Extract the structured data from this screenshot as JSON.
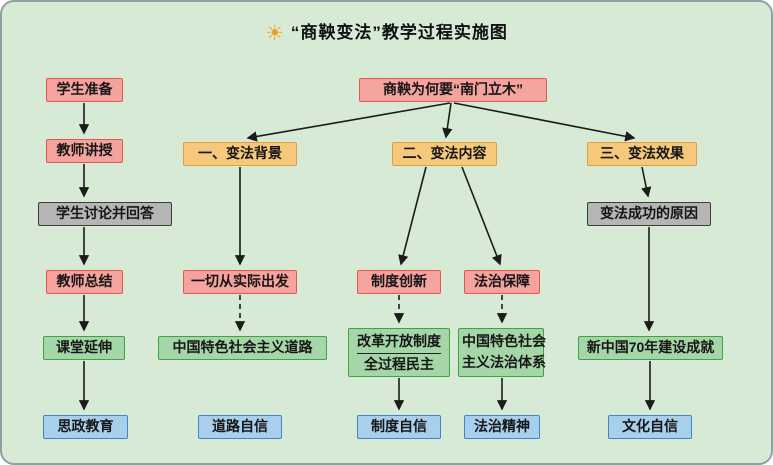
{
  "title": {
    "icon": "☀",
    "text": "“商鞅变法”教学过程实施图"
  },
  "left_column": {
    "student_prep": "学生准备",
    "teacher_lecture": "教师讲授",
    "student_discussion": "学生讨论并回答",
    "teacher_summary": "教师总结",
    "class_extension": "课堂延伸",
    "ideology_education": "思政教育"
  },
  "diagram": {
    "root_question": "商鞅为何要“南门立木”",
    "branch_background": "一、变法背景",
    "branch_content": "二、变法内容",
    "branch_effect": "三、变法效果",
    "background_point": "一切从实际出发",
    "background_extension": "中国特色社会主义道路",
    "background_confidence": "道路自信",
    "content_point_institution": "制度创新",
    "content_point_law": "法治保障",
    "institution_extension_line1": "改革开放制度",
    "institution_extension_line2": "全过程民主",
    "institution_confidence": "制度自信",
    "law_extension_line1": "中国特色社会",
    "law_extension_line2": "主义法治体系",
    "law_confidence": "法治精神",
    "effect_reason": "变法成功的原因",
    "effect_extension": "新中国70年建设成就",
    "effect_confidence": "文化自信"
  },
  "colors": {
    "background": "#d6ead6",
    "pink_fill": "#f4a39e",
    "pink_border": "#e2574d",
    "orange_fill": "#f6c87c",
    "orange_border": "#e89b3a",
    "gray_fill": "#b5b5b5",
    "gray_border": "#3c3c3c",
    "green_fill": "#a4d6a7",
    "green_border": "#43a047",
    "blue_fill": "#a8cfec",
    "blue_border": "#3f86c4",
    "arrow": "#1b1b1b",
    "sun": "#f59a23"
  }
}
